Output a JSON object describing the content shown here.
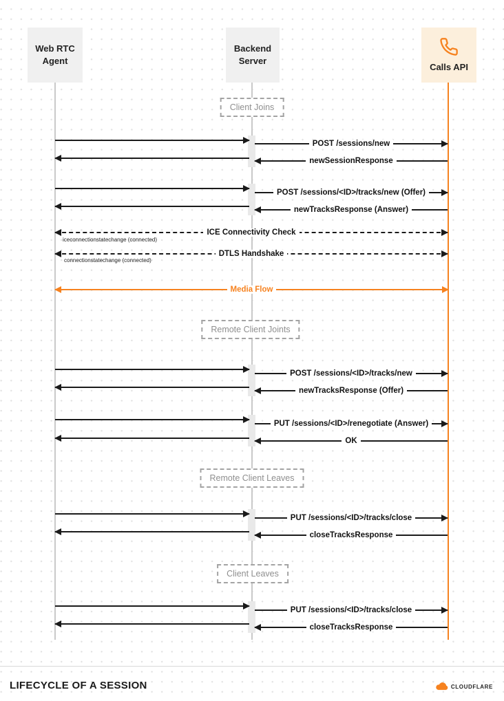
{
  "page": {
    "title": "LIFECYCLE OF A SESSION",
    "brand": "CLOUDFLARE"
  },
  "colors": {
    "accent_orange": "#f6821f",
    "arrow_black": "#1a1a1a",
    "lifeline_gray": "#c9c9c9"
  },
  "actors": {
    "webrtc": {
      "label": "Web RTC Agent"
    },
    "backend": {
      "label": "Backend Server"
    },
    "calls": {
      "label": "Calls API",
      "icon": "phone-icon"
    }
  },
  "sections": {
    "client_joins": "Client Joins",
    "remote_client_joins": "Remote Client Joints",
    "remote_client_leaves": "Remote Client Leaves",
    "client_leaves": "Client Leaves"
  },
  "messages": {
    "post_sessions_new": "POST /sessions/new",
    "new_session_response": "newSessionResponse",
    "post_tracks_new_offer": "POST /sessions/<ID>/tracks/new (Offer)",
    "new_tracks_response_answer": "newTracksResponse (Answer)",
    "ice_connectivity_check": "ICE Connectivity Check",
    "ice_note": "iceconnectionstatechange (connected)",
    "dtls_handshake": "DTLS Handshake",
    "dtls_note": "connectionstatechange (connected)",
    "media_flow": "Media Flow",
    "post_tracks_new": "POST /sessions/<ID>/tracks/new",
    "new_tracks_response_offer": "newTracksResponse (Offer)",
    "put_renegotiate_answer": "PUT /sessions/<ID>/renegotiate (Answer)",
    "ok": "OK",
    "put_tracks_close": "PUT /sessions/<ID>/tracks/close",
    "close_tracks_response": "closeTracksResponse"
  }
}
